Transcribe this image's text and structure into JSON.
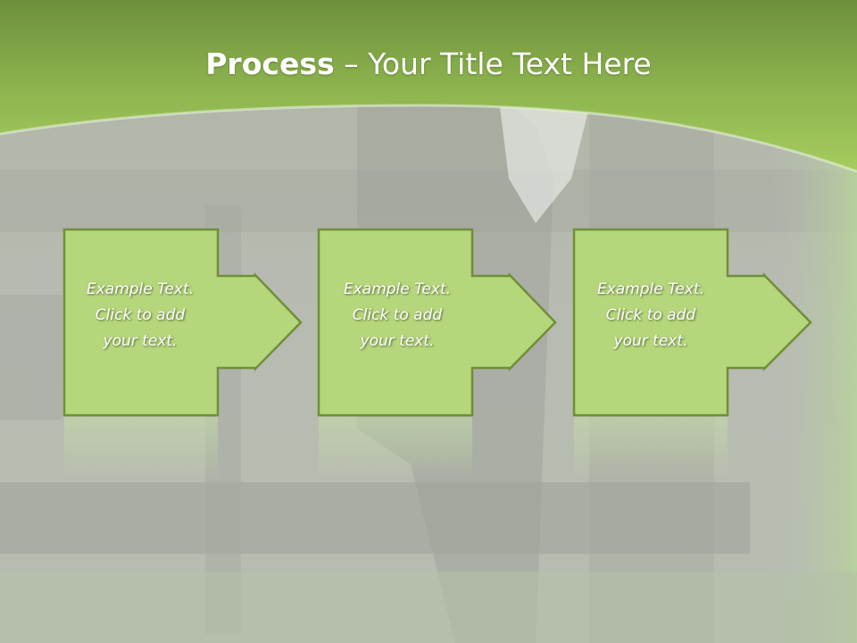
{
  "slide": {
    "title_bold": "Process",
    "title_rest": " – Your Title Text Here",
    "steps": [
      {
        "text": "Example Text.\nClick  to add\nyour text."
      },
      {
        "text": "Example Text.\nClick  to add\nyour text."
      },
      {
        "text": "Example Text.\nClick  to add\nyour text."
      }
    ]
  },
  "colors": {
    "header_green": "#9ac25a",
    "shape_fill": "#b5d67a",
    "shape_stroke": "#6f8f3a",
    "background": "#b9bcb5"
  }
}
